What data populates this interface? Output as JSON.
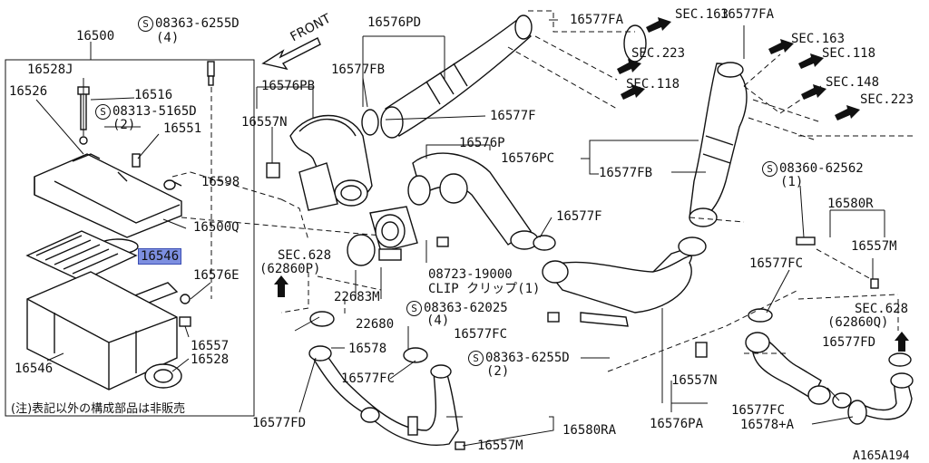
{
  "callouts": {
    "c16500": "16500",
    "c08363_6255D_top": "08363-6255D",
    "c08363_6255D_top_qty": "(4)",
    "c16528J": "16528J",
    "c16526": "16526",
    "c16516": "16516",
    "c08313_5165D": "08313-5165D",
    "c08313_5165D_qty": "(2)",
    "c16551": "16551",
    "c16598": "16598",
    "c16500Q": "16500Q",
    "c16546_hl": "16546",
    "c16576E": "16576E",
    "c16557": "16557",
    "c16528": "16528",
    "c16546": "16546",
    "c16576PD": "16576PD",
    "c16577FB_top": "16577FB",
    "c16576PB": "16576PB",
    "c16557N_left": "16557N",
    "c16577F_mid": "16577F",
    "c16576P": "16576P",
    "c16576PC": "16576PC",
    "c16577FB_right": "16577FB",
    "c16577F_right": "16577F",
    "c16577FA_top": "16577FA",
    "c16577FA_right": "16577FA",
    "sec163_a": "SEC.163",
    "sec223_a": "SEC.223",
    "sec118_a": "SEC.118",
    "sec163_b": "SEC.163",
    "sec118_b": "SEC.118",
    "sec148": "SEC.148",
    "sec223_b": "SEC.223",
    "c08360_62562": "08360-62562",
    "c08360_62562_qty": "(1)",
    "c16580R": "16580R",
    "c16557M_right": "16557M",
    "c16577FC_right": "16577FC",
    "sec628_right": "SEC.628",
    "sec628_right_sub": "(62860Q)",
    "c16577FD_right": "16577FD",
    "c16577FC_bottomright": "16577FC",
    "c16578A": "16578+A",
    "sec628_left": "SEC.628",
    "sec628_left_sub": "(62860P)",
    "c22683M": "22683M",
    "c22680": "22680",
    "c08723_19000": "08723-19000",
    "clip_label": "CLIP クリップ(1)",
    "c08363_62025": "08363-62025",
    "c08363_62025_qty": "(4)",
    "c16577FC_mid": "16577FC",
    "c08363_6255D_mid": "08363-6255D",
    "c08363_6255D_mid_qty": "(2)",
    "c16578": "16578",
    "c16577FC_left": "16577FC",
    "c16577FD_left": "16577FD",
    "c16557M_bottom": "16557M",
    "c16580RA": "16580RA",
    "c16557N_right": "16557N",
    "c16576PA": "16576PA",
    "front_label": "FRONT",
    "figure_id": "A165A194",
    "footnote": "(注)表記以外の構成部品は非販売"
  },
  "symbols": {
    "screw_mark": "S"
  },
  "colors": {
    "highlight_fill": "#7d8fe0",
    "highlight_border": "#3a4db3",
    "line": "#111111"
  }
}
